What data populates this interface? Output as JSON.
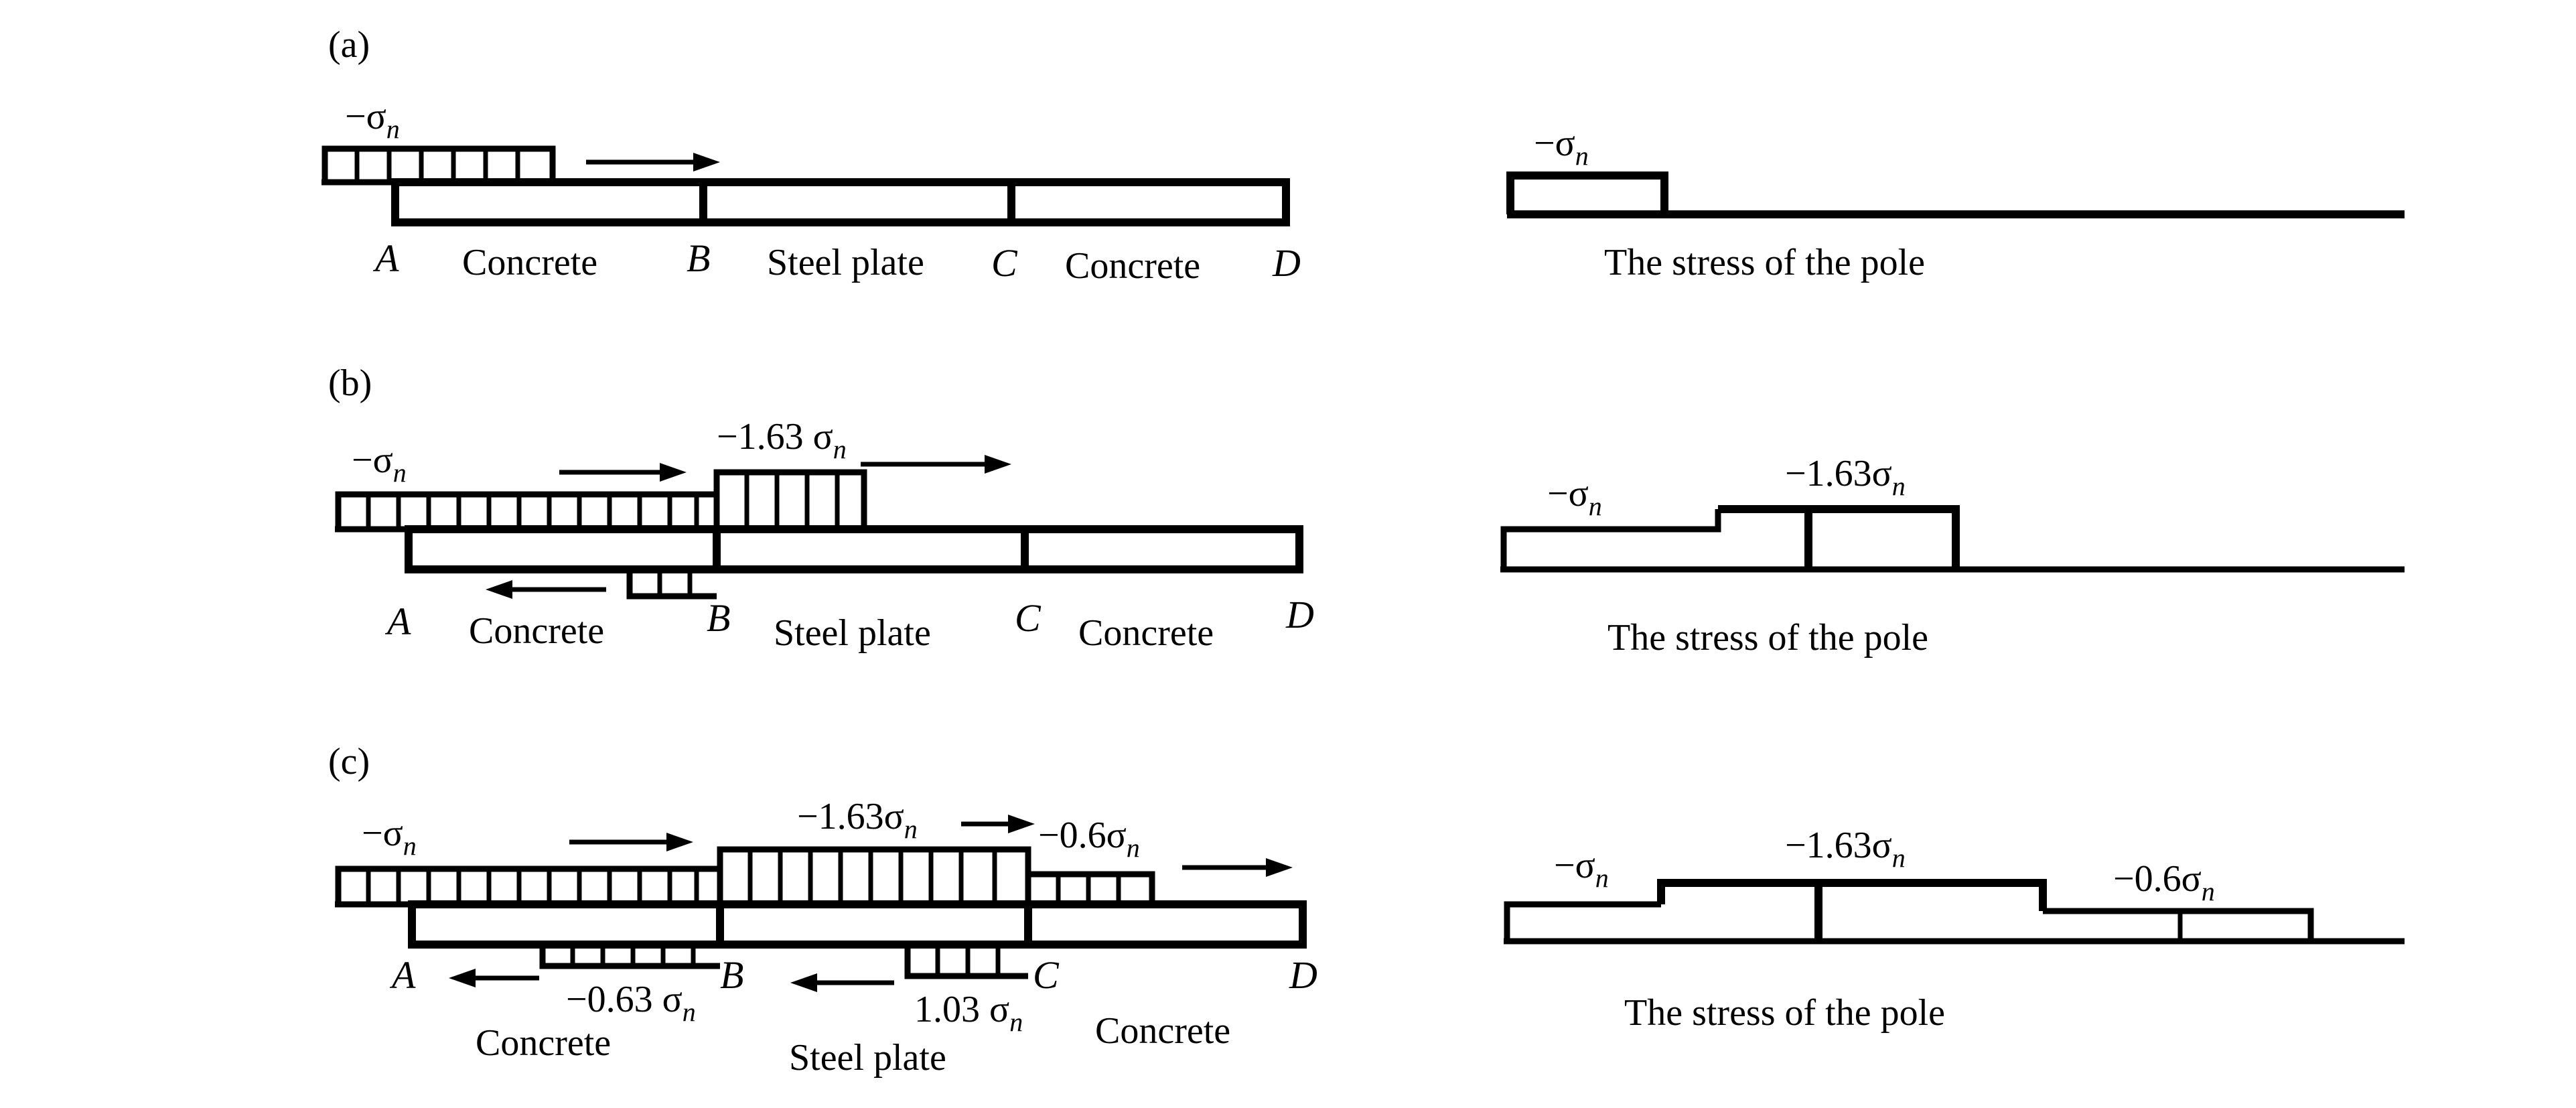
{
  "panels": [
    {
      "id": "a",
      "panel_label": "(a)",
      "points": [
        "A",
        "B",
        "C",
        "D"
      ],
      "segments": [
        "Concrete",
        "Steel plate",
        "Concrete"
      ],
      "wave_labels": [
        "−σ"
      ],
      "stress_labels": [
        "−σ"
      ],
      "stress_caption": "The stress of the pole"
    },
    {
      "id": "b",
      "panel_label": "(b)",
      "points": [
        "A",
        "B",
        "C",
        "D"
      ],
      "segments": [
        "Concrete",
        "Steel plate",
        "Concrete"
      ],
      "wave_labels": [
        "−σ",
        "−1.63 σ"
      ],
      "stress_labels": [
        "−σ",
        "−1.63σ"
      ],
      "stress_caption": "The stress of the pole"
    },
    {
      "id": "c",
      "panel_label": "(c)",
      "points": [
        "A",
        "B",
        "C",
        "D"
      ],
      "segments": [
        "Concrete",
        "Steel plate",
        "Concrete"
      ],
      "wave_labels": [
        "−σ",
        "−1.63σ",
        "−0.6σ",
        "−0.63 σ",
        "1.03 σ"
      ],
      "stress_labels": [
        "−σ",
        "−1.63σ",
        "−0.6σ"
      ],
      "stress_caption": "The stress of the pole"
    }
  ],
  "subscript": "n",
  "stroke_color": "#000000"
}
